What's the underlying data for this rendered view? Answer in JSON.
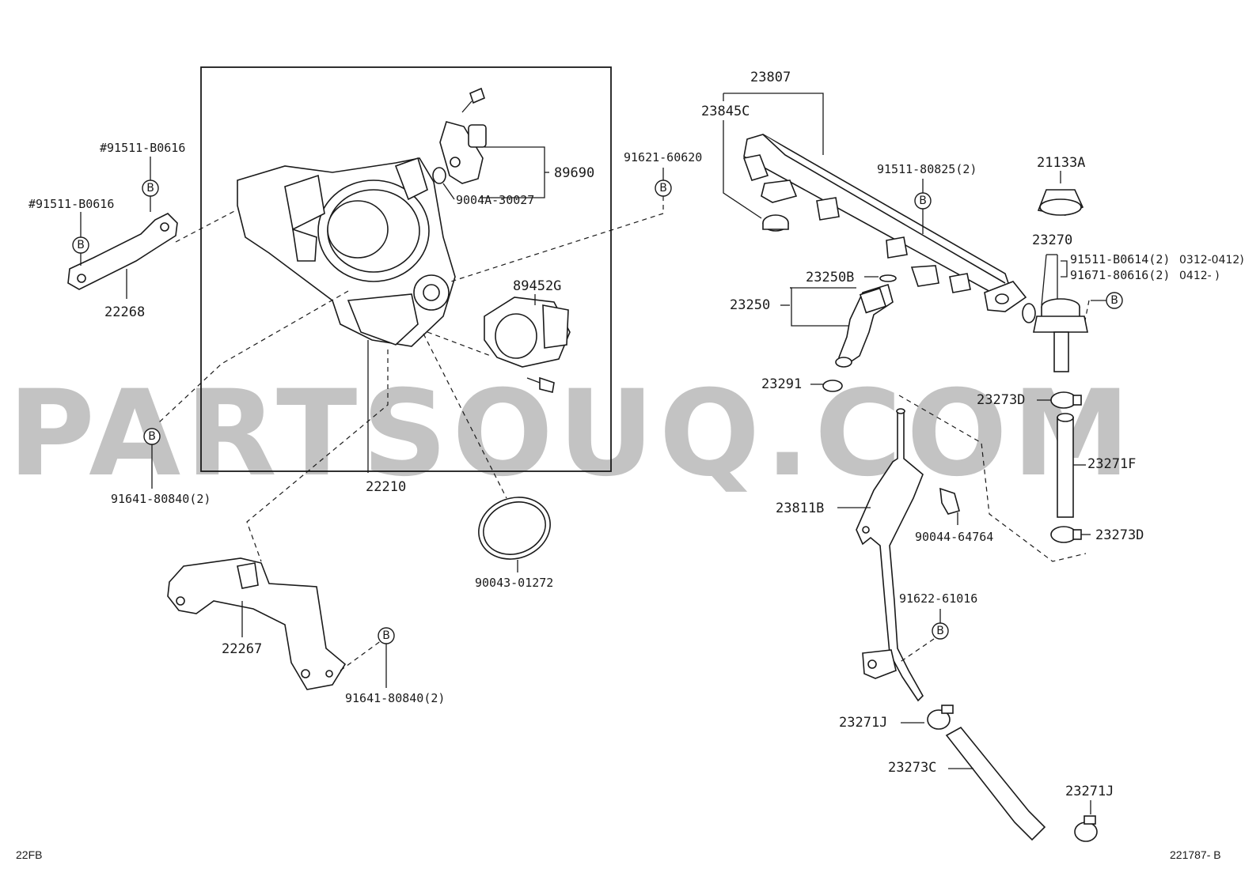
{
  "watermark": "PARTSOUQ.COM",
  "footer": {
    "left_code": "22FB",
    "right_code": "221787- B"
  },
  "bolt_symbol": "B",
  "labels": {
    "p91511_b0616_a": "#91511-B0616",
    "p91511_b0616_b": "#91511-B0616",
    "p22268": "22268",
    "p89690": "89690",
    "p9004a_30027": "9004A-30027",
    "p91621_60620": "91621-60620",
    "p89452g": "89452G",
    "p91641_80840_a": "91641-80840(2)",
    "p22210": "22210",
    "p90043_01272": "90043-01272",
    "p22267": "22267",
    "p91641_80840_b": "91641-80840(2)",
    "p23807": "23807",
    "p23845c": "23845C",
    "p91511_80825": "91511-80825(2)",
    "p21133a": "21133A",
    "p23270": "23270",
    "p91511_b0614": "91511-B0614(2)",
    "p91511_b0614_range": "0312-0412)",
    "p91671_80616": "91671-80616(2)",
    "p91671_80616_range": "0412-      )",
    "p23250b": "23250B",
    "p23250": "23250",
    "p23291": "23291",
    "p23273d_a": "23273D",
    "p23271f": "23271F",
    "p23811b": "23811B",
    "p90044_64764": "90044-64764",
    "p23273d_b": "23273D",
    "p91622_61016": "91622-61016",
    "p23271j_a": "23271J",
    "p23273c": "23273C",
    "p23271j_b": "23271J"
  }
}
